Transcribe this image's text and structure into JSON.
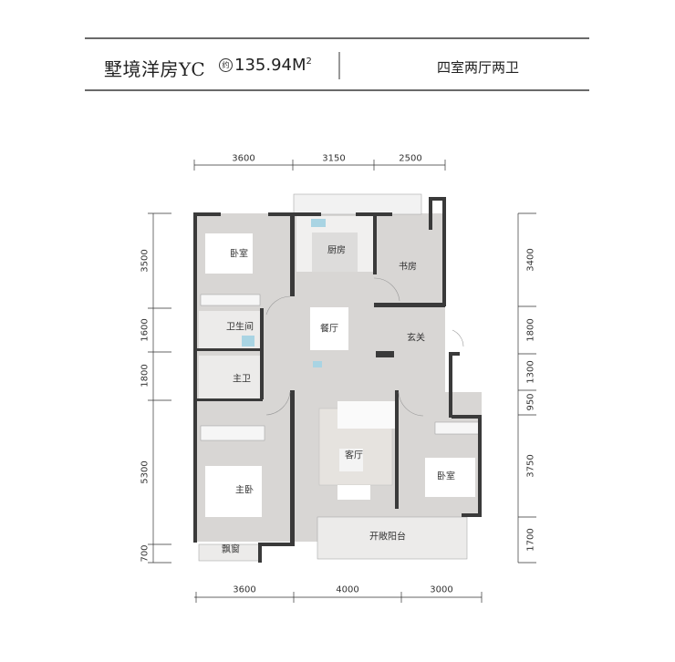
{
  "header": {
    "title": "墅境洋房YC",
    "area_prefix": "约",
    "area": "135.94M",
    "area_sup": "2",
    "layout": "四室两厅两卫"
  },
  "rooms": {
    "bedroom_nw": "卧室",
    "kitchen": "厨房",
    "study": "书房",
    "bathroom": "卫生间",
    "master_bath": "主卫",
    "dining": "餐厅",
    "foyer": "玄关",
    "living": "客厅",
    "bedroom_e": "卧室",
    "master_bedroom": "主卧",
    "balcony": "开敞阳台",
    "bay_window": "飘窗"
  },
  "dimensions": {
    "top": [
      "3600",
      "3150",
      "2500"
    ],
    "bottom": [
      "3600",
      "4000",
      "3000"
    ],
    "left": [
      "3500",
      "1600",
      "1800",
      "5300",
      "700"
    ],
    "right": [
      "3400",
      "1800",
      "1300",
      "950",
      "3750",
      "1700"
    ]
  },
  "colors": {
    "wall": "#3a3a3a",
    "floor": "#d8d6d4",
    "light": "#ecebea",
    "water": "#a9d4e3"
  }
}
